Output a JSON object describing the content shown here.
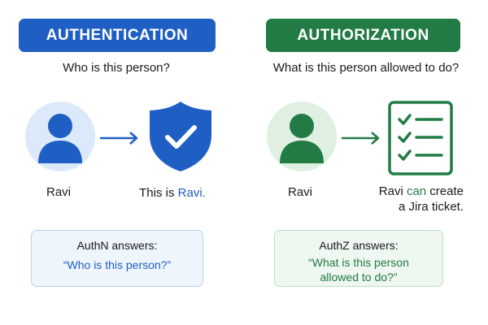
{
  "authentication": {
    "title": "AUTHENTICATION",
    "question": "Who is this person?",
    "person_name": "Ravi",
    "result_prefix": "This is ",
    "result_highlight": "Ravi.",
    "answer_label": "AuthN answers:",
    "answer_quote": "“Who is this person?”",
    "colors": {
      "accent": "#1f5fc4",
      "avatar_bg": "#dce9fa",
      "box_bg": "#eef5fd"
    },
    "icons": [
      "person-icon",
      "arrow-right-icon",
      "shield-check-icon"
    ]
  },
  "authorization": {
    "title": "AUTHORIZATION",
    "question": "What is this person allowed to do?",
    "person_name": "Ravi",
    "result_line1_name": "Ravi ",
    "result_line1_highlight": "can",
    "result_line1_rest": " create",
    "result_line2": "a Jira ticket.",
    "answer_label": "AuthZ answers:",
    "answer_quote_line1": "“What is this person",
    "answer_quote_line2": "allowed to do?”",
    "colors": {
      "accent": "#227a45",
      "avatar_bg": "#dff0e3",
      "box_bg": "#eef7f0"
    },
    "icons": [
      "person-icon",
      "arrow-right-icon",
      "checklist-icon"
    ]
  }
}
